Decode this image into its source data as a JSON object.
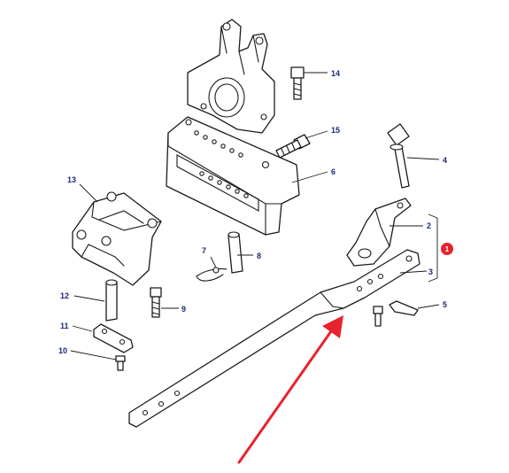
{
  "callouts": {
    "c14": "14",
    "c15": "15",
    "c6": "6",
    "c4": "4",
    "c13": "13",
    "c2": "2",
    "c7": "7",
    "c8": "8",
    "c1": "1",
    "c3": "3",
    "c12": "12",
    "c9": "9",
    "c5": "5",
    "c11": "11",
    "c10": "10"
  },
  "colors": {
    "callout_text": "#1a2a7a",
    "badge": "#e8222e",
    "arrow": "#e8222e",
    "line": "#1a1a1a"
  }
}
